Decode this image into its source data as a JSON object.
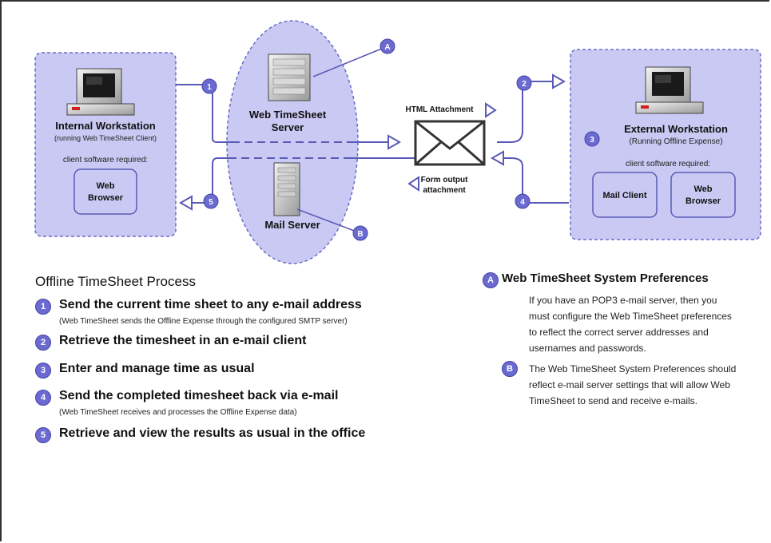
{
  "diagram": {
    "internal_workstation": {
      "title": "Internal Workstation",
      "subtitle": "(running Web TimeSheet Client)",
      "software_label": "client software required:",
      "browser_line1": "Web",
      "browser_line2": "Browser"
    },
    "server": {
      "title_line1": "Web TimeSheet",
      "title_line2": "Server",
      "mail_server": "Mail Server"
    },
    "email": {
      "html_attachment": "HTML Attachment",
      "form_output_line1": "Form output",
      "form_output_line2": "attachment"
    },
    "external_workstation": {
      "title": "External Workstation",
      "subtitle": "(Running Offline Expense)",
      "software_label": "client software required:",
      "mail_client": "Mail Client",
      "browser_line1": "Web",
      "browser_line2": "Browser",
      "badge": "3"
    },
    "badges": {
      "one": "1",
      "two": "2",
      "four": "4",
      "five": "5",
      "a": "A",
      "b": "B"
    }
  },
  "process": {
    "title": "Offline TimeSheet Process",
    "steps": [
      {
        "num": "1",
        "text": "Send the current time sheet to any e-mail address",
        "sub": "(Web TimeSheet sends the Offline Expense through the configured SMTP server)"
      },
      {
        "num": "2",
        "text": "Retrieve the timesheet in an e-mail client",
        "sub": ""
      },
      {
        "num": "3",
        "text": "Enter and manage time as usual",
        "sub": ""
      },
      {
        "num": "4",
        "text": "Send the completed timesheet back via e-mail",
        "sub": "(Web TimeSheet receives and processes the Offline Expense data)"
      },
      {
        "num": "5",
        "text": "Retrieve and view the results as usual in the office",
        "sub": ""
      }
    ]
  },
  "preferences": {
    "badge_a": "A",
    "title": "Web TimeSheet System Preferences",
    "a_lines": [
      "If you have an POP3 e-mail server, then you",
      "must configure the Web TimeSheet preferences",
      "to reflect the correct server addresses and",
      "usernames and passwords."
    ],
    "badge_b": "B",
    "b_lines": [
      "The Web TimeSheet System Preferences should",
      "reflect e-mail server settings that will allow Web",
      "TimeSheet to send and receive e-mails."
    ]
  },
  "colors": {
    "panel_fill": "#c9c9f3",
    "panel_border": "#6b6bc8",
    "badge": "#6a6ad0",
    "line": "#5a5ab8"
  }
}
